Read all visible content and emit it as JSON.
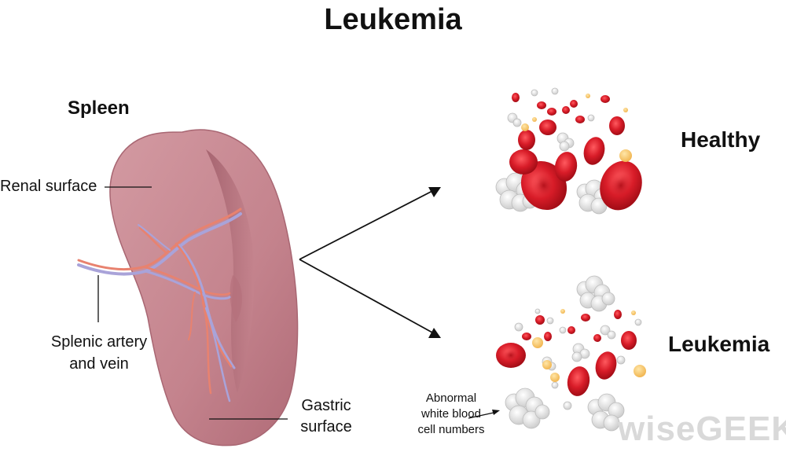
{
  "title": "Leukemia",
  "spleen_panel": {
    "heading": "Spleen",
    "renal_label": "Renal surface",
    "splenic_label_line1": "Splenic artery",
    "splenic_label_line2": "and vein",
    "gastric_label_line1": "Gastric",
    "gastric_label_line2": "surface"
  },
  "blood_panels": {
    "healthy_label": "Healthy",
    "leukemia_label": "Leukemia",
    "abnormal_label_line1": "Abnormal",
    "abnormal_label_line2": "white blood",
    "abnormal_label_line3": "cell numbers"
  },
  "brand": "wiseGEEK",
  "colors": {
    "spleen": "#c98a93",
    "spleen_shadow": "#9c5b66",
    "artery": "#e8826f",
    "vein": "#a9a3d9",
    "red_cell": "#d91e2a",
    "white_cell": "#e6e6e6",
    "platelet": "#f7c66b"
  }
}
